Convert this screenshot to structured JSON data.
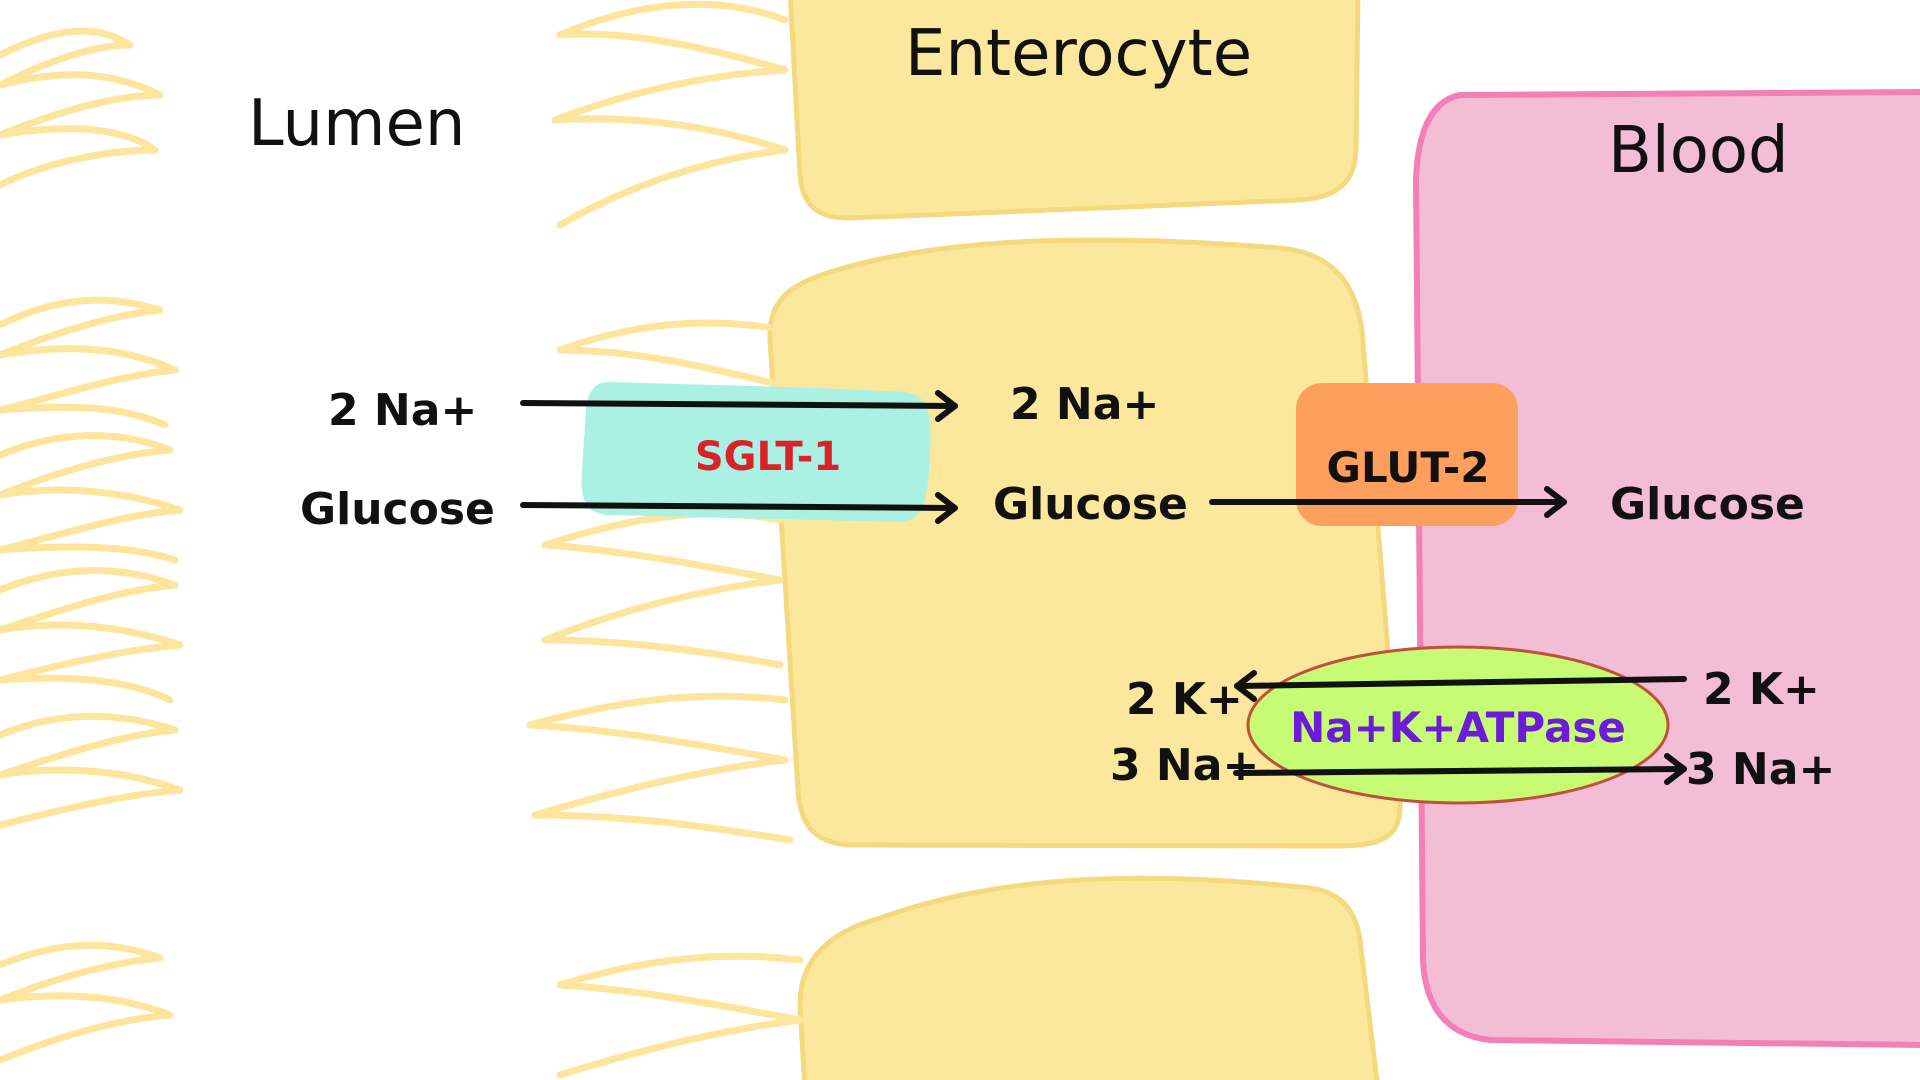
{
  "regions": {
    "lumen": "Lumen",
    "enterocyte": "Enterocyte",
    "blood": "Blood"
  },
  "transporters": {
    "sglt1": "SGLT-1",
    "glut2": "GLUT-2",
    "pump": "Na+K+ATPase"
  },
  "molecules": {
    "lumen_na": "2 Na+",
    "lumen_glucose": "Glucose",
    "cell_na": "2 Na+",
    "cell_glucose": "Glucose",
    "blood_glucose": "Glucose",
    "cell_k": "2 K+",
    "cell_na3": "3 Na+",
    "blood_k": "2 K+",
    "blood_na3": "3 Na+"
  },
  "colors": {
    "cell_fill": "#fce89c",
    "cell_stroke": "#f5d97e",
    "blood_fill": "#f4bdd6",
    "blood_stroke": "#f47fb6",
    "sglt_fill": "#aaf0e3",
    "sglt_text": "#d9232a",
    "glut_fill": "#ff9f5e",
    "pump_fill": "#c8fb74",
    "pump_stroke": "#c0503a",
    "pump_text": "#6a1cd8",
    "villi": "#fde59d"
  }
}
